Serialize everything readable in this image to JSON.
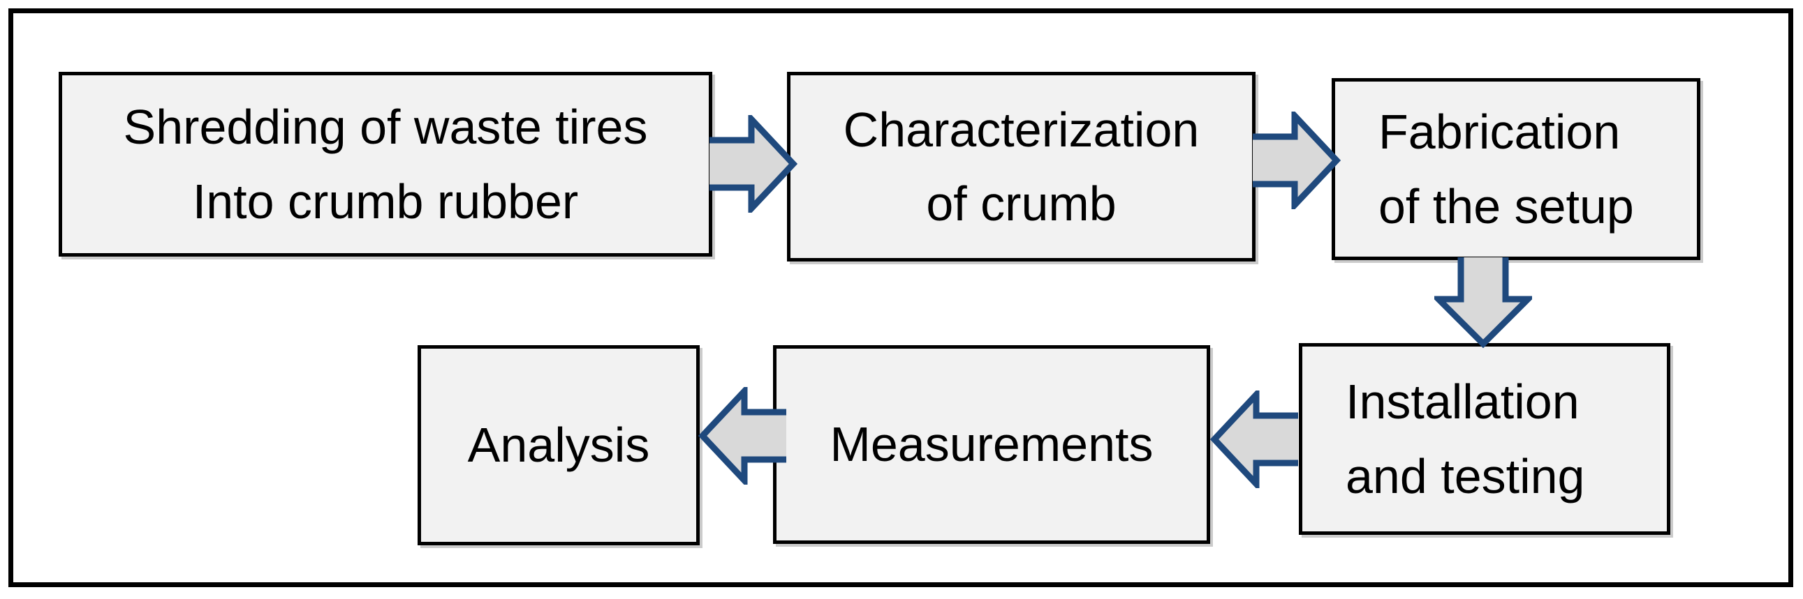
{
  "diagram": {
    "type": "flowchart",
    "colors": {
      "box_fill": "#f2f2f2",
      "box_border": "#000000",
      "arrow_fill": "#d9d9d9",
      "arrow_border": "#1f497d",
      "frame_border": "#000000",
      "text": "#000000",
      "page_bg": "#ffffff"
    },
    "nodes": [
      {
        "id": "shredding",
        "lines": [
          "Shredding of waste tires",
          "Into crumb rubber"
        ]
      },
      {
        "id": "characterization",
        "lines": [
          "Characterization",
          "of crumb"
        ]
      },
      {
        "id": "fabrication",
        "lines": [
          "Fabrication",
          "of the setup"
        ]
      },
      {
        "id": "installation",
        "lines": [
          "Installation",
          "and testing"
        ]
      },
      {
        "id": "measurements",
        "lines": [
          "Measurements"
        ]
      },
      {
        "id": "analysis",
        "lines": [
          "Analysis"
        ]
      }
    ],
    "connections": [
      {
        "from": "shredding",
        "to": "characterization",
        "direction": "right"
      },
      {
        "from": "characterization",
        "to": "fabrication",
        "direction": "right"
      },
      {
        "from": "fabrication",
        "to": "installation",
        "direction": "down"
      },
      {
        "from": "installation",
        "to": "measurements",
        "direction": "left"
      },
      {
        "from": "measurements",
        "to": "analysis",
        "direction": "left"
      }
    ]
  }
}
